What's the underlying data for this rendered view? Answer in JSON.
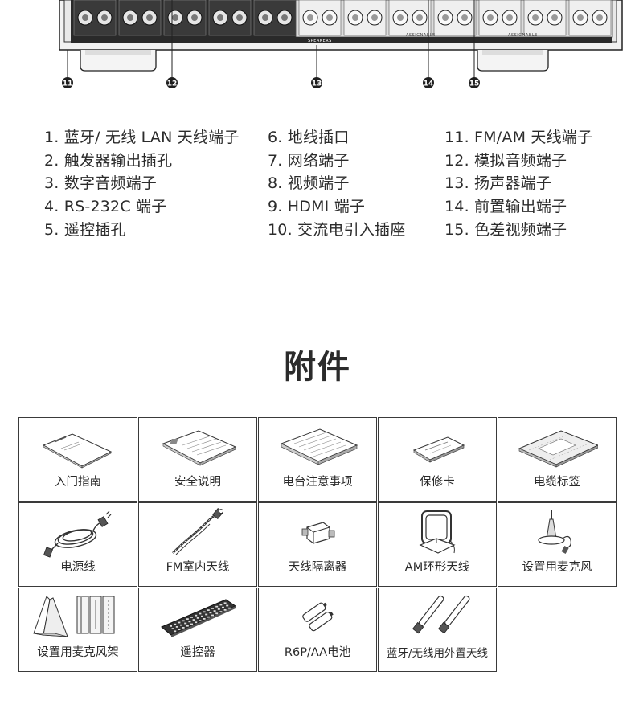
{
  "panel": {
    "speakers_label": "SPEAKERS",
    "assignable_label_1": "ASSIGNABLE",
    "assignable_label_2": "ASSIGNABLE",
    "callouts": [
      "11",
      "12",
      "13",
      "14",
      "15"
    ]
  },
  "legend": {
    "col1": [
      "1. 蓝牙/ 无线 LAN 天线端子",
      "2. 触发器输出插孔",
      "3. 数字音频端子",
      "4. RS-232C  端子",
      "5. 遥控插孔"
    ],
    "col2": [
      "6. 地线插口",
      "7. 网络端子",
      "8. 视频端子",
      "9. HDMI  端子",
      "10. 交流电引入插座"
    ],
    "col3": [
      "11. FM/AM  天线端子",
      "12. 模拟音频端子",
      "13. 扬声器端子",
      "14. 前置输出端子",
      "15. 色差视频端子"
    ]
  },
  "accessories": {
    "title": "附件",
    "items": [
      {
        "label": "入门指南",
        "icon": "booklet-icon"
      },
      {
        "label": "安全说明",
        "icon": "safety-sheet-icon"
      },
      {
        "label": "电台注意事项",
        "icon": "notice-sheet-icon"
      },
      {
        "label": "保修卡",
        "icon": "warranty-card-icon"
      },
      {
        "label": "电缆标签",
        "icon": "cable-label-icon"
      },
      {
        "label": "电源线",
        "icon": "power-cord-icon"
      },
      {
        "label": "FM室内天线",
        "icon": "fm-antenna-icon"
      },
      {
        "label": "天线隔离器",
        "icon": "antenna-isolator-icon"
      },
      {
        "label": "AM环形天线",
        "icon": "am-loop-antenna-icon"
      },
      {
        "label": "设置用麦克风",
        "icon": "setup-microphone-icon"
      },
      {
        "label": "设置用麦克风架",
        "icon": "microphone-stand-icon"
      },
      {
        "label": "遥控器",
        "icon": "remote-control-icon"
      },
      {
        "label": "R6P/AA电池",
        "icon": "aa-batteries-icon"
      },
      {
        "label": "蓝牙/无线用外置天线",
        "icon": "external-antenna-icon"
      }
    ]
  }
}
